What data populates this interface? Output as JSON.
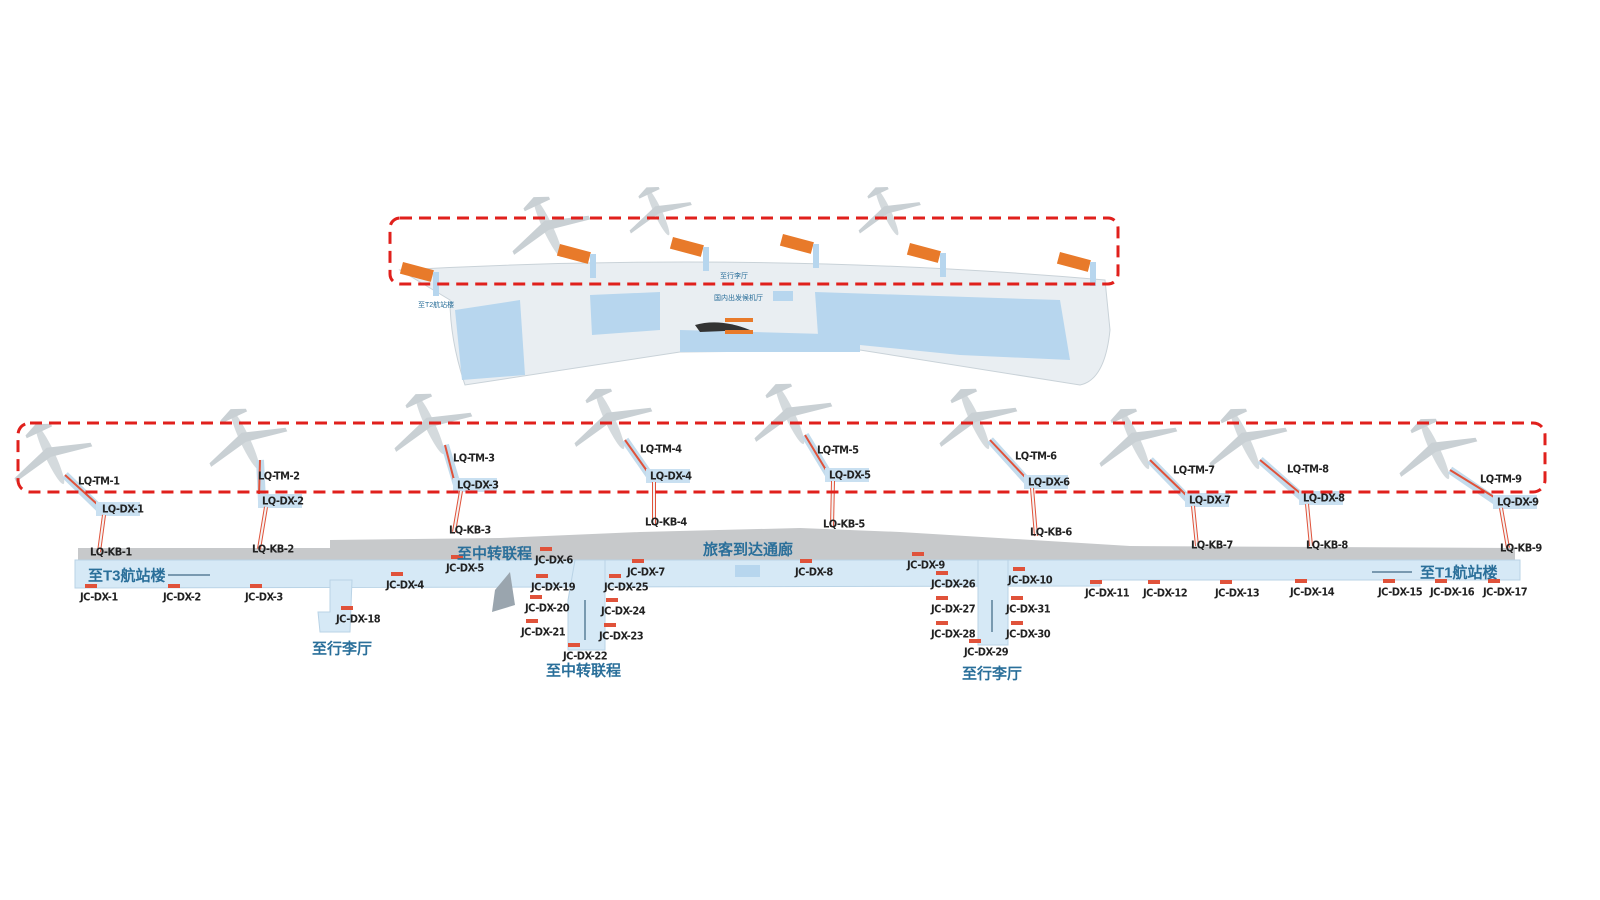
{
  "colors": {
    "highlight_box": "#e0201c",
    "corridor": "#d6e9f6",
    "hall": "#b7d6ee",
    "walkway": "#c7c9cb",
    "jet_bridge": "#e0523a",
    "gate_block": "#e87a2a"
  },
  "top_view": {
    "texts": [
      "至行李厅",
      "国内出发候机厅",
      "至T2航站楼"
    ]
  },
  "bottom_view": {
    "remote_labels": [
      "LQ-TM-1",
      "LQ-DX-1",
      "LQ-KB-1",
      "LQ-TM-2",
      "LQ-DX-2",
      "LQ-KB-2",
      "LQ-TM-3",
      "LQ-DX-3",
      "LQ-KB-3",
      "LQ-TM-4",
      "LQ-DX-4",
      "LQ-KB-4",
      "LQ-TM-5",
      "LQ-DX-5",
      "LQ-KB-5",
      "LQ-TM-6",
      "LQ-DX-6",
      "LQ-KB-6",
      "LQ-TM-7",
      "LQ-DX-7",
      "LQ-KB-7",
      "LQ-TM-8",
      "LQ-DX-8",
      "LQ-KB-8",
      "LQ-TM-9",
      "LQ-DX-9",
      "LQ-KB-9"
    ],
    "corridor_labels": [
      "JC-DX-1",
      "JC-DX-2",
      "JC-DX-3",
      "JC-DX-4",
      "JC-DX-5",
      "JC-DX-6",
      "JC-DX-7",
      "JC-DX-8",
      "JC-DX-9",
      "JC-DX-10",
      "JC-DX-11",
      "JC-DX-12",
      "JC-DX-13",
      "JC-DX-14",
      "JC-DX-15",
      "JC-DX-16",
      "JC-DX-17",
      "JC-DX-18",
      "JC-DX-19",
      "JC-DX-20",
      "JC-DX-21",
      "JC-DX-22",
      "JC-DX-23",
      "JC-DX-24",
      "JC-DX-25",
      "JC-DX-26",
      "JC-DX-27",
      "JC-DX-28",
      "JC-DX-29",
      "JC-DX-30",
      "JC-DX-31"
    ],
    "directions": [
      "至T3航站楼",
      "至中转联程",
      "旅客到达通廊",
      "至T1航站楼",
      "至行李厅",
      "至中转联程",
      "至行李厅"
    ]
  }
}
